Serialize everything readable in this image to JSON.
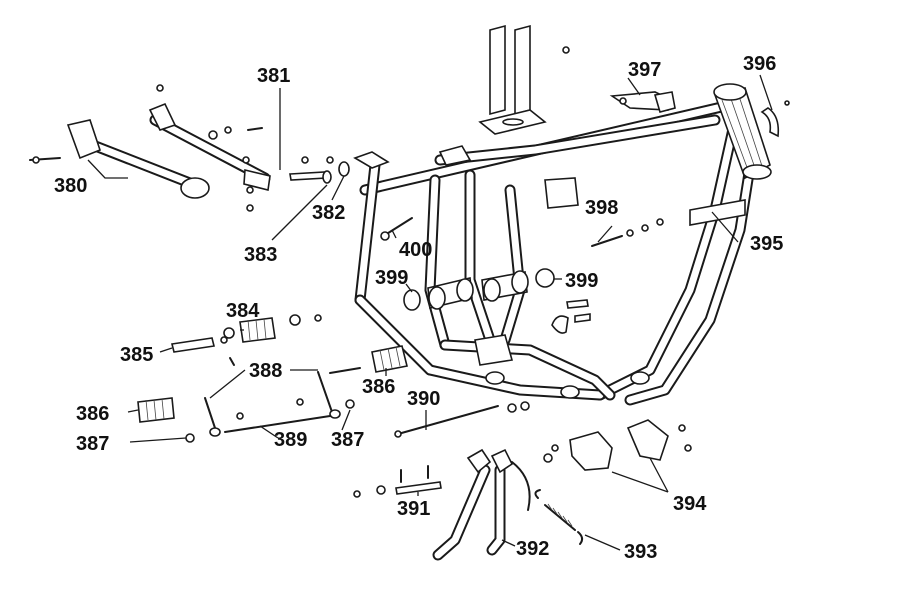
{
  "callouts": {
    "c380": "380",
    "c381": "381",
    "c382": "382",
    "c383": "383",
    "c384": "384",
    "c385": "385",
    "c386a": "386",
    "c386b": "386",
    "c387a": "387",
    "c387b": "387",
    "c388": "388",
    "c389": "389",
    "c390": "390",
    "c391": "391",
    "c392": "392",
    "c393": "393",
    "c394": "394",
    "c395": "395",
    "c396": "396",
    "c397": "397",
    "c398": "398",
    "c399a": "399",
    "c399b": "399",
    "c400": "400"
  }
}
